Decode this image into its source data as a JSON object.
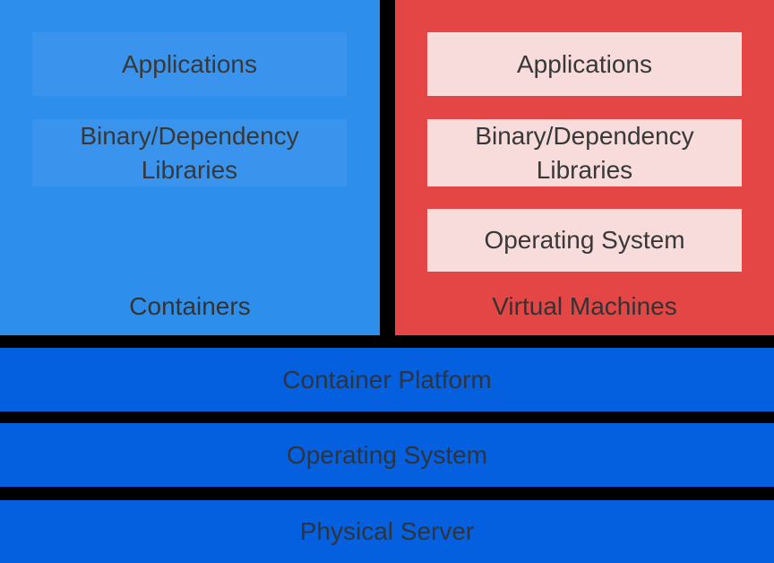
{
  "title": "Containers vs Virtual Machines architecture diagram",
  "colors": {
    "background": "#000000",
    "containers_panel": "#2e8eec",
    "containers_inner_box": "rgba(255,255,255,0.06)",
    "vm_panel": "#e44545",
    "vm_inner_box": "#f8dbdb",
    "base_bar": "#0560e0",
    "text": "#333333"
  },
  "containers_panel": {
    "label": "Containers",
    "boxes": [
      "Applications",
      "Binary/Dependency Libraries"
    ]
  },
  "vm_panel": {
    "label": "Virtual Machines",
    "boxes": [
      "Applications",
      "Binary/Dependency Libraries",
      "Operating System"
    ]
  },
  "base_layers": [
    "Container Platform",
    "Operating System",
    "Physical Server"
  ]
}
